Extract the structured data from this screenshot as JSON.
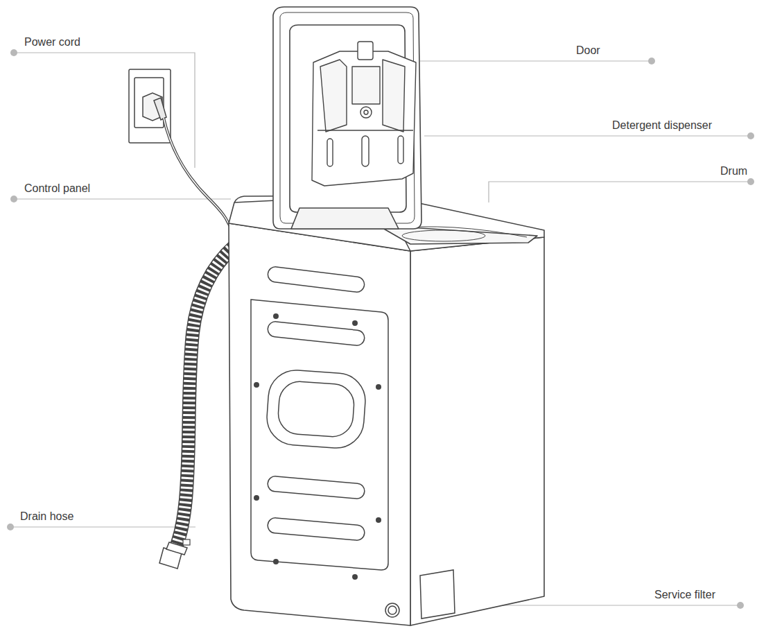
{
  "diagram": {
    "labels": [
      "Power cord",
      "Door",
      "Detergent dispenser",
      "Drum",
      "Control panel",
      "Drain hose",
      "Service filter"
    ]
  }
}
